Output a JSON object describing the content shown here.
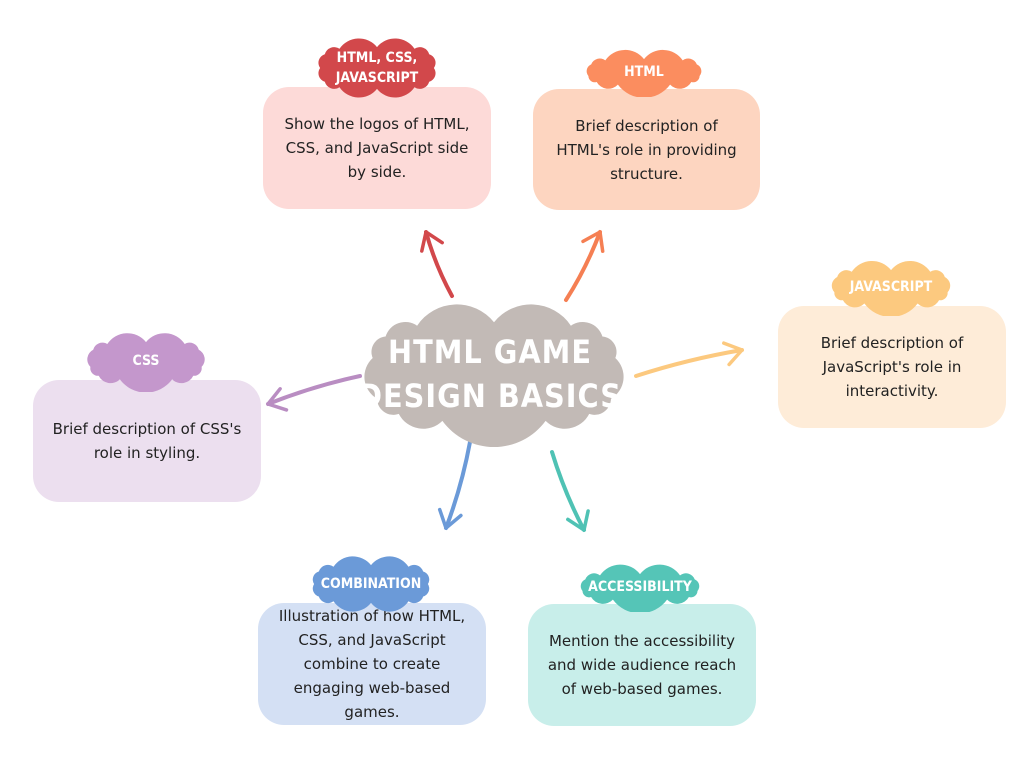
{
  "title_lines": [
    "HTML GAME",
    "DESIGN BASICS"
  ],
  "colors": {
    "center_cloud": "#c2bab6",
    "logos": {
      "tag": "#d2484b",
      "box": "#fddad8",
      "arrow": "#d2484b"
    },
    "html": {
      "tag": "#fb8d5f",
      "box": "#fdd5c0",
      "arrow": "#f57f53"
    },
    "javascript": {
      "tag": "#fcc97f",
      "box": "#feecd8",
      "arrow": "#fcc97f"
    },
    "css": {
      "tag": "#c497cc",
      "box": "#ecdfef",
      "arrow": "#b98dc2"
    },
    "combination": {
      "tag": "#6b9ad8",
      "box": "#d4e0f4",
      "arrow": "#6b9ad8"
    },
    "accessibility": {
      "tag": "#55c5b7",
      "box": "#c8eeea",
      "arrow": "#4fc2b4"
    }
  },
  "nodes": [
    {
      "id": "logos",
      "tag_lines": [
        "HTML, CSS,",
        "JAVASCRIPT"
      ],
      "description": "Show the logos of HTML, CSS, and JavaScript side by side."
    },
    {
      "id": "html",
      "tag_lines": [
        "HTML"
      ],
      "description": "Brief description of HTML's role in providing structure."
    },
    {
      "id": "javascript",
      "tag_lines": [
        "JAVASCRIPT"
      ],
      "description": "Brief description of JavaScript's role in interactivity."
    },
    {
      "id": "css",
      "tag_lines": [
        "CSS"
      ],
      "description": "Brief description of CSS's role in styling."
    },
    {
      "id": "combination",
      "tag_lines": [
        "COMBINATION"
      ],
      "description": "Illustration of how HTML, CSS, and JavaScript combine to create engaging web-based games."
    },
    {
      "id": "accessibility",
      "tag_lines": [
        "ACCESSIBILITY"
      ],
      "description": "Mention the accessibility and wide audience reach of web-based games."
    }
  ]
}
